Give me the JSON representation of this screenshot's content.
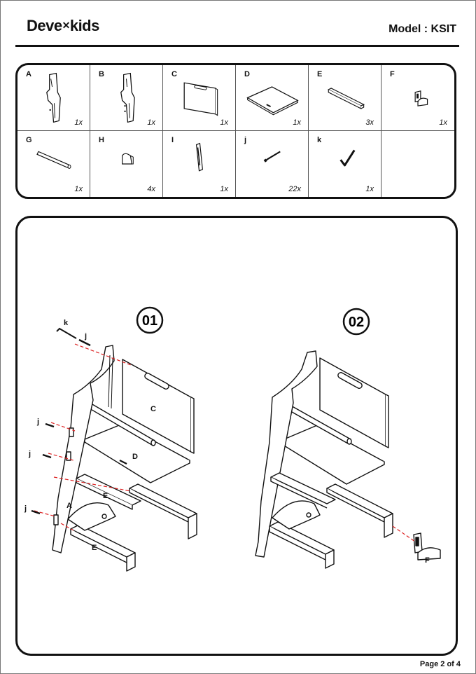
{
  "header": {
    "logo_text_1": "Deve",
    "logo_text_2": "kids",
    "model": "Model : KSIT"
  },
  "parts": [
    {
      "label": "A",
      "qty": "1x",
      "icon": "side-panel-a"
    },
    {
      "label": "B",
      "qty": "1x",
      "icon": "side-panel-b"
    },
    {
      "label": "C",
      "qty": "1x",
      "icon": "backrest-panel"
    },
    {
      "label": "D",
      "qty": "1x",
      "icon": "seat-board"
    },
    {
      "label": "E",
      "qty": "3x",
      "icon": "rail-bar"
    },
    {
      "label": "F",
      "qty": "1x",
      "icon": "clip-bracket"
    },
    {
      "label": "G",
      "qty": "1x",
      "icon": "round-rod"
    },
    {
      "label": "H",
      "qty": "4x",
      "icon": "end-cap"
    },
    {
      "label": "I",
      "qty": "1x",
      "icon": "slotted-strip"
    },
    {
      "label": "j",
      "qty": "22x",
      "icon": "screw"
    },
    {
      "label": "k",
      "qty": "1x",
      "icon": "allen-key"
    },
    {
      "label": "",
      "qty": "",
      "icon": "empty"
    }
  ],
  "steps": {
    "step1": "01",
    "step2": "02",
    "callouts1": {
      "k": "k",
      "j": "j",
      "C": "C",
      "D": "D",
      "E": "E",
      "A": "A"
    },
    "callouts2": {
      "F": "F"
    }
  },
  "footer": {
    "page": "Page 2 of 4"
  }
}
